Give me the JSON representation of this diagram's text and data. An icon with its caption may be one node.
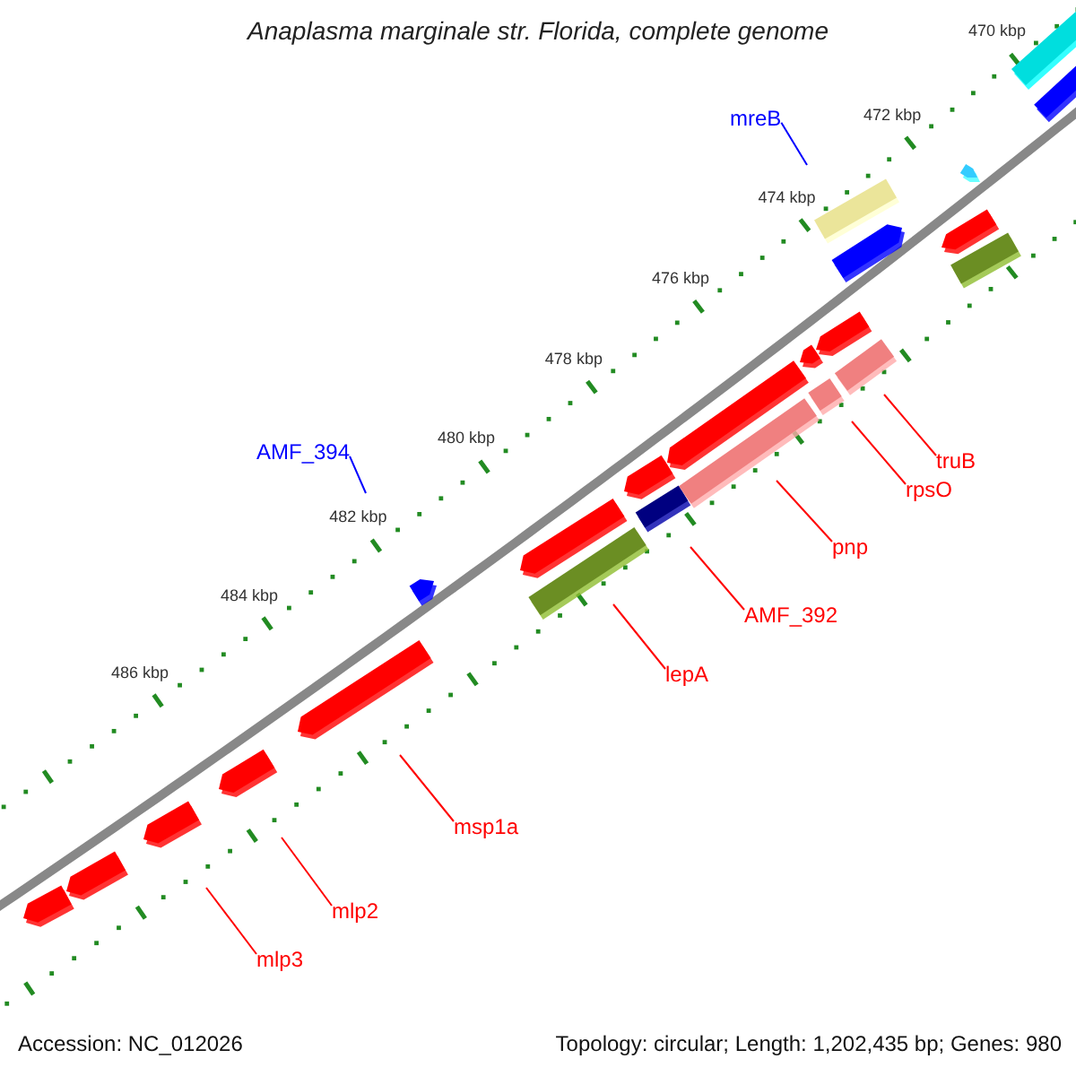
{
  "diagram": {
    "title": "Anaplasma marginale str. Florida, complete genome",
    "nodes": [
      {
        "text": [
          "mreB"
        ]
      },
      {
        "text": [
          "AMF_394"
        ]
      },
      {
        "text": [
          "truB"
        ]
      },
      {
        "text": [
          "rpsO"
        ]
      },
      {
        "text": [
          "pnp"
        ]
      },
      {
        "text": [
          "AMF_392"
        ]
      },
      {
        "text": [
          "lepA"
        ]
      },
      {
        "text": [
          "msp1a"
        ]
      },
      {
        "text": [
          "mlp2"
        ]
      },
      {
        "text": [
          "mlp3"
        ]
      }
    ],
    "edges": [
      {
        "from": 0,
        "to": null,
        "arrow": "none",
        "color": "#0000ff"
      },
      {
        "from": 1,
        "to": null,
        "arrow": "none",
        "color": "#0000ff"
      },
      {
        "from": 2,
        "to": null,
        "arrow": "none"
      },
      {
        "from": 3,
        "to": null,
        "arrow": "none"
      },
      {
        "from": 4,
        "to": null,
        "arrow": "none"
      },
      {
        "from": 5,
        "to": null,
        "arrow": "none"
      },
      {
        "from": 6,
        "to": null,
        "arrow": "none"
      },
      {
        "from": 7,
        "to": null,
        "arrow": "none"
      },
      {
        "from": 8,
        "to": null,
        "arrow": "none"
      },
      {
        "from": 9,
        "to": null,
        "arrow": "none"
      }
    ],
    "labels": [
      "470 kbp",
      "472 kbp",
      "474 kbp",
      "476 kbp",
      "478 kbp",
      "480 kbp",
      "482 kbp",
      "484 kbp",
      "486 kbp",
      "Accession: NC_012026",
      "Topology: circular; Length: 1,202,435 bp; Genes: 980"
    ]
  }
}
